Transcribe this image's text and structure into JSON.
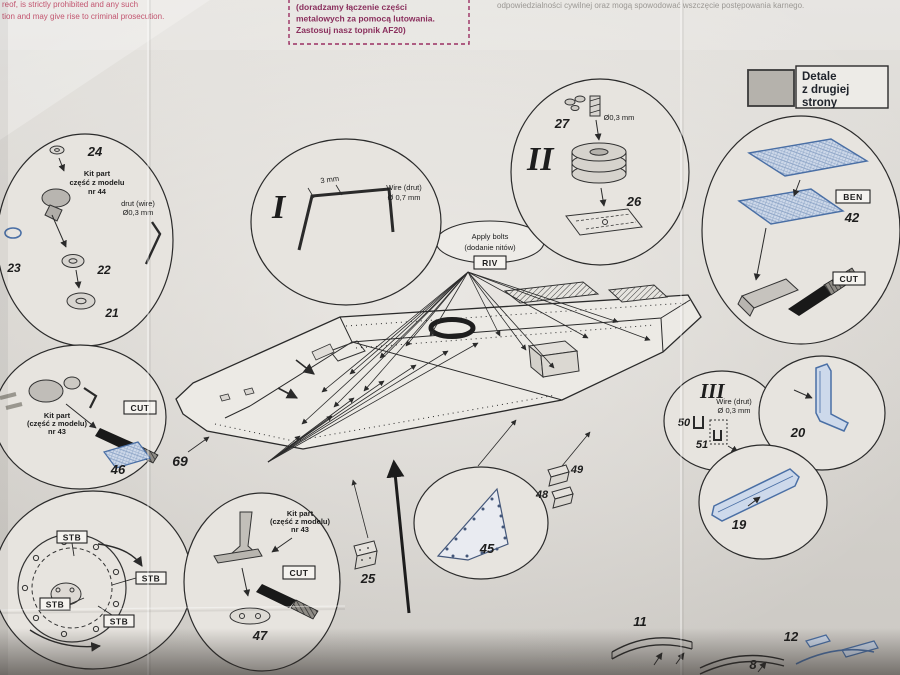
{
  "labels": {
    "cut": "CUT",
    "ben": "BEN",
    "riv": "RIV",
    "stb": "STB"
  },
  "header": {
    "copyright_line1": "reof, is strictly prohibited and any such",
    "copyright_line2": "tion and may give rise to criminal prosecution.",
    "solder_note_line1": "(doradzamy łączenie części",
    "solder_note_line2": "metalowych za pomocą lutowania.",
    "solder_note_line3": "Zastosuj nasz topnik AF20)",
    "legal_line": "odpowiedzialności cywilnej oraz mogą spowodować wszczęcie postępowania karnego.",
    "detale_line1": "Detale",
    "detale_line2": "z drugiej",
    "detale_line3": "strony"
  },
  "callout_24": {
    "num": "24",
    "kit_line1": "Kit part",
    "kit_line2": "część z modelu",
    "kit_line3": "nr 44",
    "wire_line1": "drut (wire)",
    "wire_line2": "Ø0,3 mm",
    "num_23": "23",
    "num_22": "22",
    "num_21": "21"
  },
  "callout_1": {
    "numeral": "I",
    "dim": "3 mm",
    "wire_line1": "Wire (drut)",
    "wire_line2": "Ø 0,7 mm"
  },
  "callout_2": {
    "numeral": "II",
    "num_27": "27",
    "wire": "Ø0,3 mm",
    "num_26": "26"
  },
  "callout_etch": {
    "num_42": "42"
  },
  "riv_note": {
    "line1": "Apply bolts",
    "line2": "(dodanie nitów)"
  },
  "callout_46": {
    "kit_line1": "Kit part",
    "kit_line2": "(część z modelu)",
    "kit_line3": "nr 43",
    "num": "46"
  },
  "num_69": "69",
  "callout_47": {
    "kit_line1": "Kit part",
    "kit_line2": "(część z modelu)",
    "kit_line3": "nr 43",
    "num": "47"
  },
  "num_25": "25",
  "callout_45": {
    "num": "45"
  },
  "num_48": "48",
  "num_49": "49",
  "callout_3": {
    "numeral": "III",
    "wire_line1": "Wire (drut)",
    "wire_line2": "Ø 0,3 mm",
    "num_50": "50",
    "num_51": "51"
  },
  "callout_20": {
    "num": "20"
  },
  "callout_19": {
    "num": "19"
  },
  "bottom_parts": {
    "num_11": "11",
    "num_12": "12",
    "num_8": "8"
  }
}
